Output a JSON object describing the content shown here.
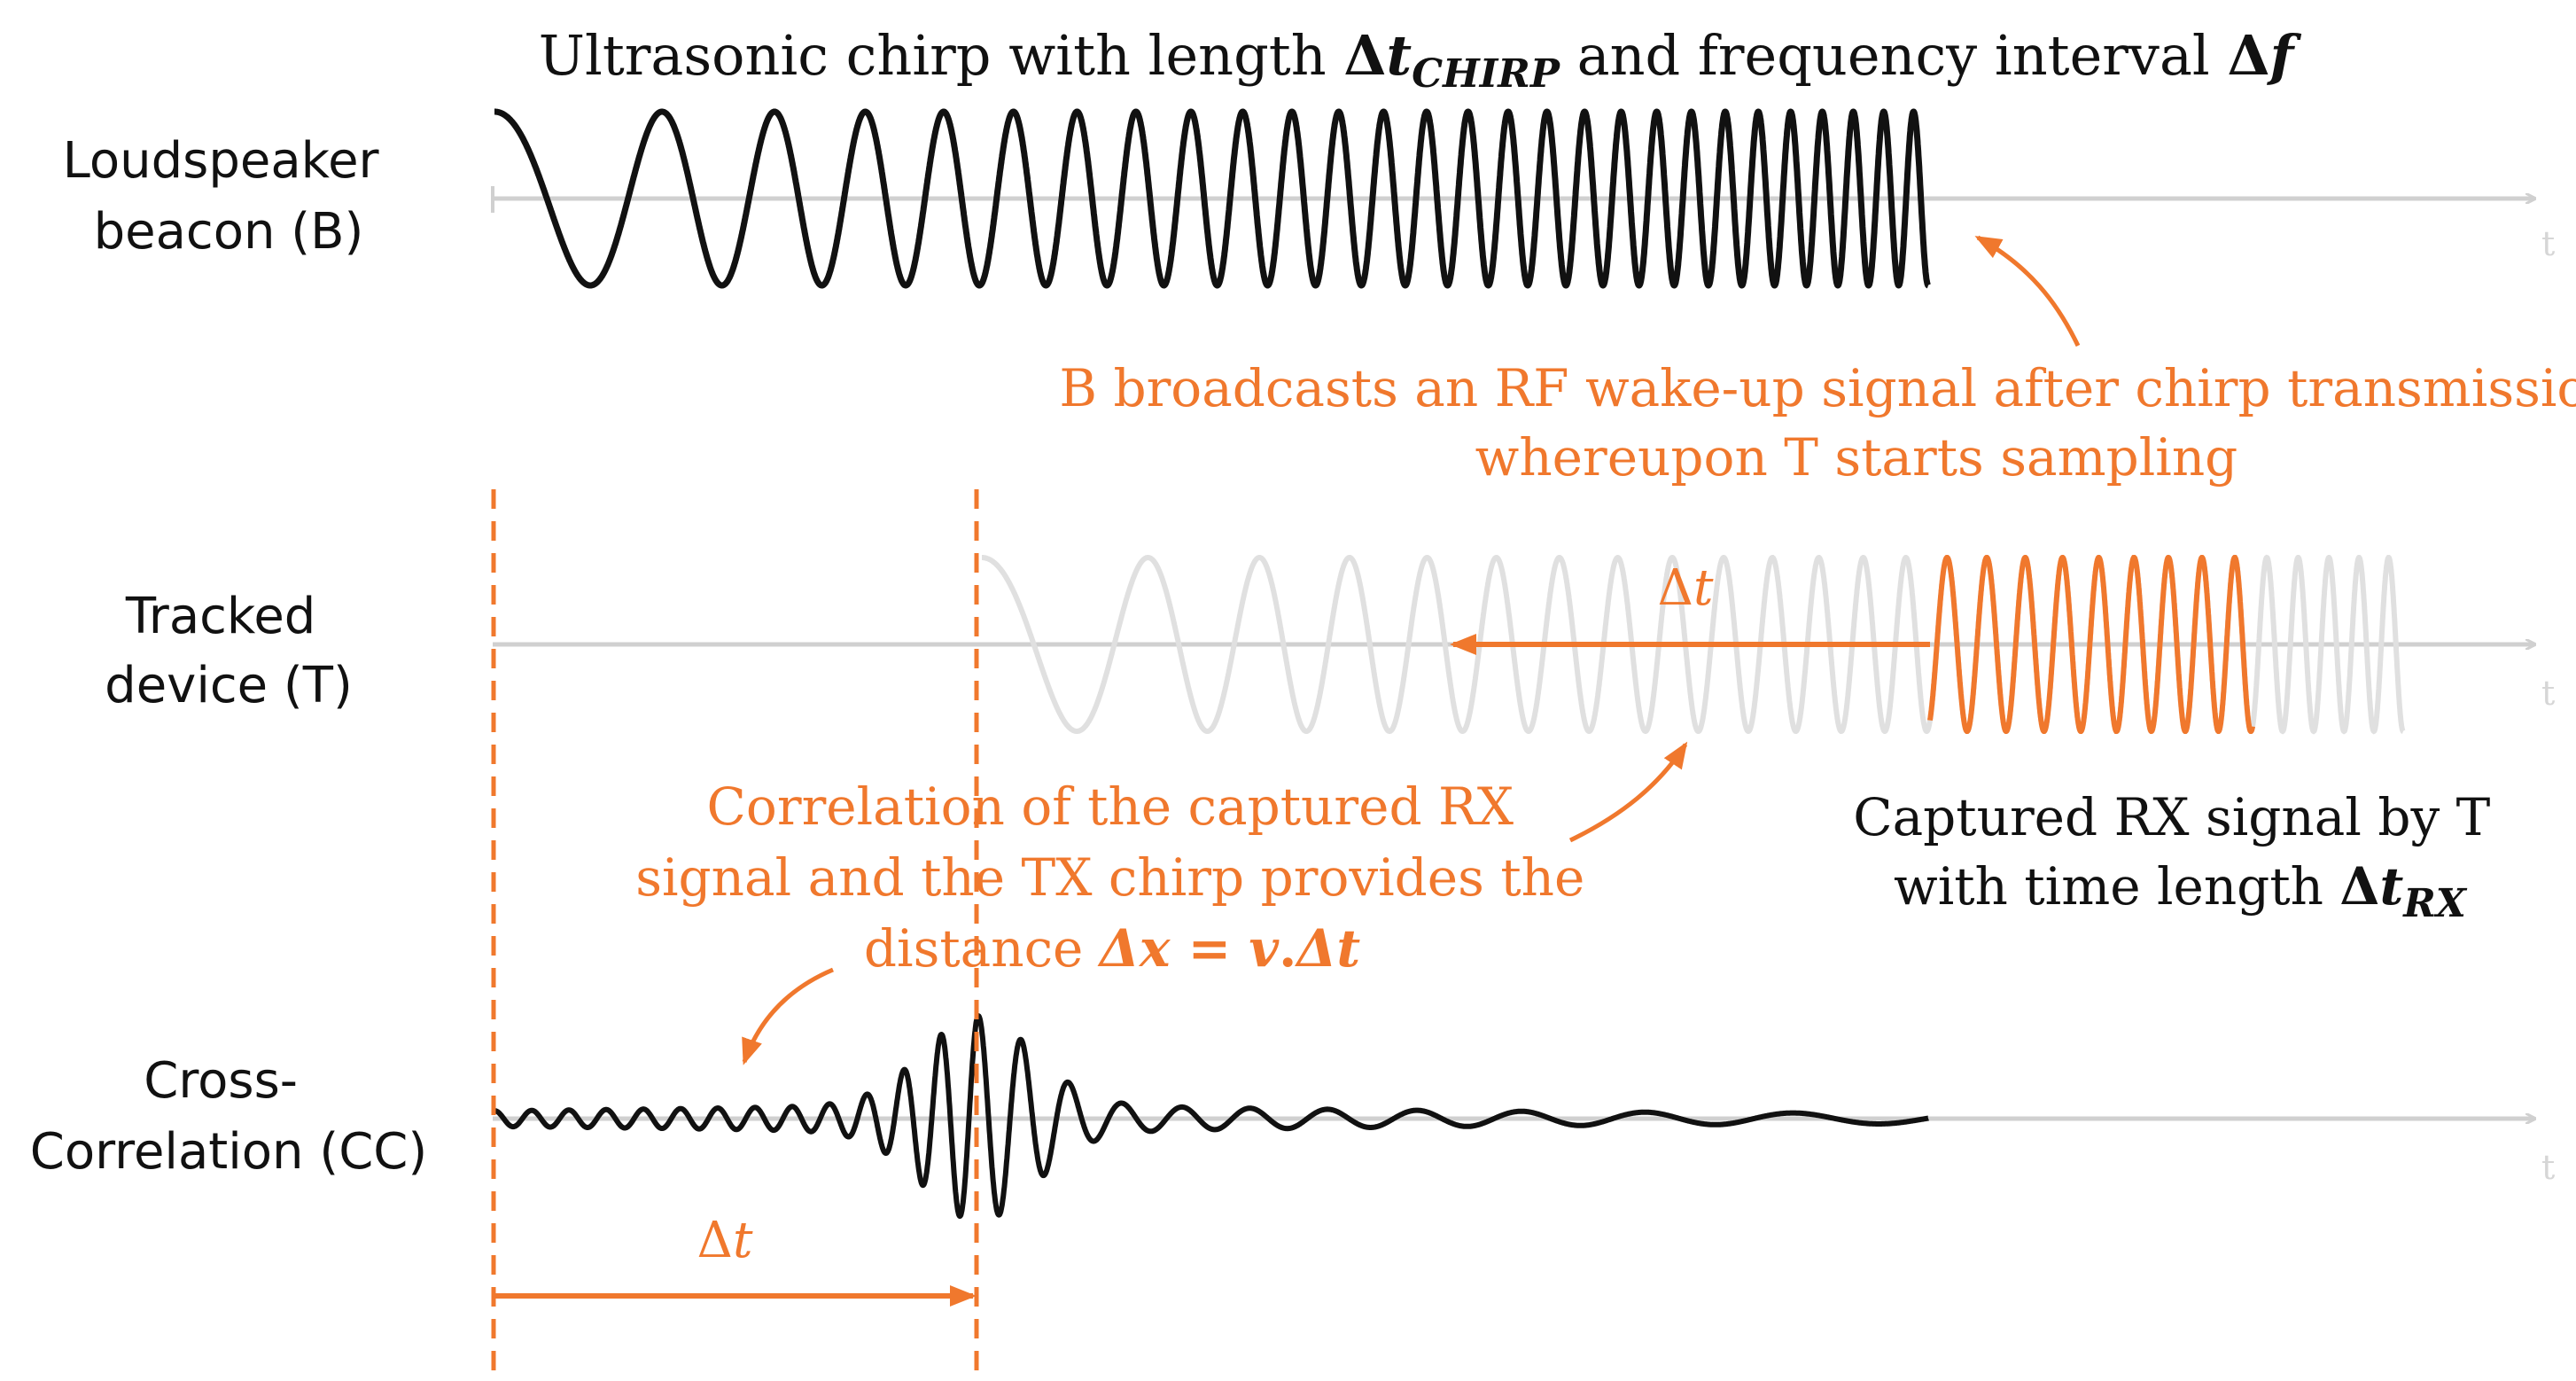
{
  "labels": {
    "beacon_line1": "Loudspeaker",
    "beacon_line2": "beacon (B)",
    "tracked_line1": "Tracked",
    "tracked_line2": "device (T)",
    "cc_line1": "Cross-",
    "cc_line2": "Correlation (CC)"
  },
  "axis_label": "t",
  "title": {
    "prefix": "Ultrasonic chirp with length ",
    "delta": "Δ",
    "t": "t",
    "sub": "CHIRP",
    "middle": " and frequency interval ",
    "f_delta": "Δ",
    "f": "f"
  },
  "rf_note": {
    "line1": "B broadcasts an RF wake-up signal after chirp transmission,",
    "line2": "whereupon T starts sampling"
  },
  "delay_label": {
    "delta": "Δ",
    "t": "t"
  },
  "correlation_note": {
    "line1": "Correlation of the captured RX",
    "line2": "signal and the TX chirp provides the",
    "line3_prefix": "distance ",
    "formula_dx": "Δx",
    "formula_eq": " = ",
    "formula_v": "v",
    "formula_dot": ".",
    "formula_dt": "Δt"
  },
  "rx_note": {
    "line1": "Captured RX signal by T",
    "line2_prefix": "with time length ",
    "delta": "Δ",
    "t": "t",
    "sub": "RX"
  },
  "colors": {
    "orange": "#f0782d",
    "black": "#111111",
    "ghost": "#e0e0e0",
    "axis": "#d0d0d0"
  }
}
